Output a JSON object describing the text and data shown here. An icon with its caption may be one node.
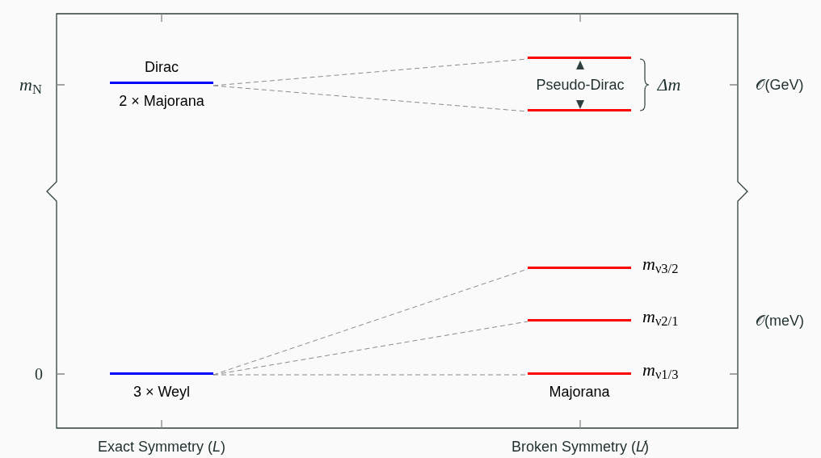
{
  "diagram": {
    "nodes": [
      {
        "text": [
          "Dirac",
          "2 × Majorana"
        ]
      },
      {
        "text": [],
        "shape": "bar"
      },
      {
        "text": [],
        "shape": "bar"
      },
      {
        "text": [
          "3 × Weyl"
        ]
      },
      {
        "text": [],
        "shape": "bar",
        "beside": [
          "*m*$_{ν3/2}$"
        ]
      },
      {
        "text": [],
        "shape": "bar",
        "beside": [
          "*m*$_{ν2/1}$"
        ]
      },
      {
        "text": [
          "Majorana"
        ],
        "beside": [
          "*m*$_{ν1/3}$"
        ]
      }
    ],
    "edges": [
      {
        "from": 0,
        "to": 1,
        "arrow": "none",
        "style": "dashed"
      },
      {
        "from": 0,
        "to": 2,
        "arrow": "none",
        "style": "dashed"
      },
      {
        "from": 3,
        "to": 4,
        "arrow": "none",
        "style": "dashed"
      },
      {
        "from": 3,
        "to": 5,
        "arrow": "none",
        "style": "dashed"
      },
      {
        "from": 3,
        "to": 6,
        "arrow": "none",
        "style": "dashed"
      }
    ],
    "labels": [
      "*m*$_{N}$",
      "0",
      "Pseudo-Dirac",
      "Δm",
      "𝒪(GeV)",
      "𝒪(meV)",
      "Exact Symmetry (*L*)",
      "Broken Symmetry (*L̸*)"
    ]
  }
}
